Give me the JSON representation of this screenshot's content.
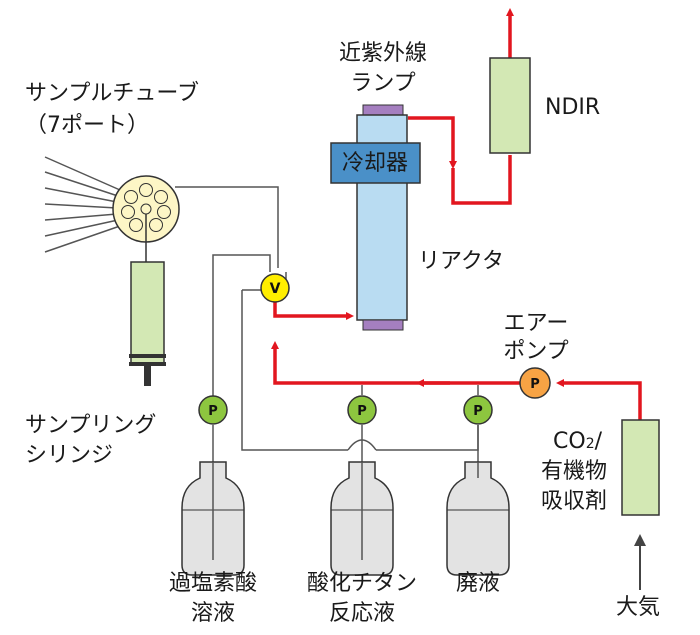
{
  "labels": {
    "sample_tube": "サンプルチューブ",
    "sample_tube_ports": "（7ポート）",
    "uv_lamp_line1": "近紫外線",
    "uv_lamp_line2": "ランプ",
    "cooler": "冷却器",
    "reactor": "リアクタ",
    "ndir": "NDIR",
    "valve": "V",
    "pump_symbol": "P",
    "air_pump_line1": "エアー",
    "air_pump_line2": "ポンプ",
    "sampling_syringe_line1": "サンプリング",
    "sampling_syringe_line2": "シリンジ",
    "absorber_line1_co": "CO",
    "absorber_line1_sub": "2",
    "absorber_line1_slash": "/",
    "absorber_line2": "有機物",
    "absorber_line3": "吸収剤",
    "bottle1_line1": "過塩素酸",
    "bottle1_line2": "溶液",
    "bottle2_line1": "酸化チタン",
    "bottle2_line2": "反応液",
    "bottle3": "廃液",
    "atmosphere": "大気"
  },
  "colors": {
    "red_flow": "#e2161f",
    "pump_green": "#8dc63f",
    "air_pump_orange": "#f7a344",
    "valve_yellow": "#ffee00",
    "reactor_blue": "#b9dcf2",
    "cooler_blue": "#4a90c8",
    "lamp_purple": "#a57fc0",
    "component_green": "#d3e8b4",
    "sample_tube_cream": "#fdf6c6",
    "bottle_gray": "#e3e3e3"
  }
}
